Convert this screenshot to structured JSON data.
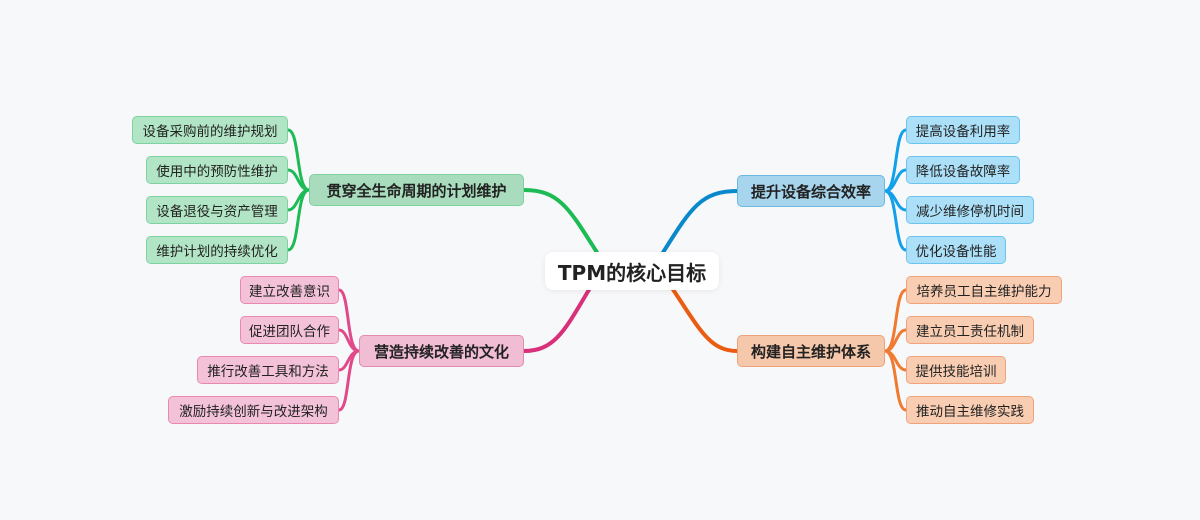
{
  "root": {
    "label": "TPM的核心目标"
  },
  "colors": {
    "green": "#1dbb55",
    "blue": "#0a88cc",
    "blue_leaf": "#12a0ea",
    "orange": "#ea5c12",
    "orange_leaf": "#f07a30",
    "pink": "#d8307a",
    "pink_leaf": "#e04a8a"
  },
  "branches": [
    {
      "label": "贯穿全生命周期的计划维护",
      "children": [
        "设备采购前的维护规划",
        "使用中的预防性维护",
        "设备退役与资产管理",
        "维护计划的持续优化"
      ]
    },
    {
      "label": "营造持续改善的文化",
      "children": [
        "建立改善意识",
        "促进团队合作",
        "推行改善工具和方法",
        "激励持续创新与改进架构"
      ]
    },
    {
      "label": "提升设备综合效率",
      "children": [
        "提高设备利用率",
        "降低设备故障率",
        "减少维修停机时间",
        "优化设备性能"
      ]
    },
    {
      "label": "构建自主维护体系",
      "children": [
        "培养员工自主维护能力",
        "建立员工责任机制",
        "提供技能培训",
        "推动自主维修实践"
      ]
    }
  ]
}
